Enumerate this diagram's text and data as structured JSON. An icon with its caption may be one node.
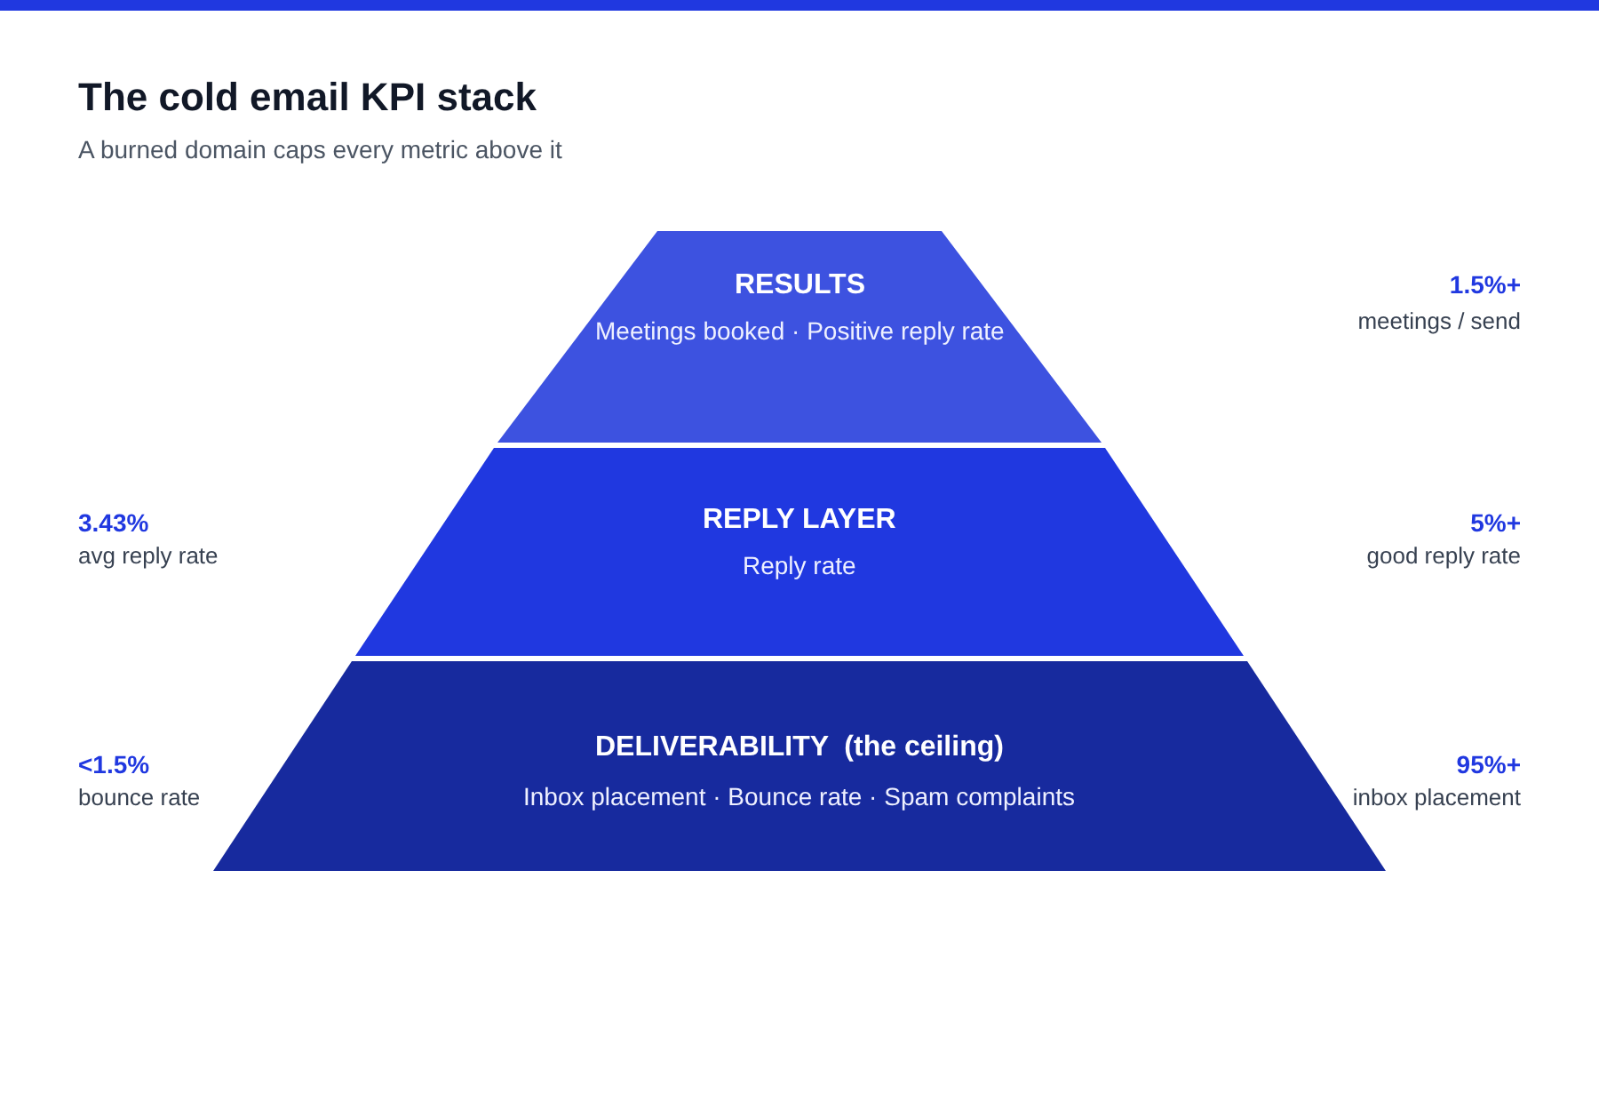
{
  "diagram": {
    "title": "The cold email KPI stack",
    "caption": "A burned domain caps every metric above it",
    "nodes": [
      {
        "text": [
          "RESULTS",
          "Meetings booked · Positive reply rate"
        ],
        "beside": [
          "1.5%+",
          "meetings / send"
        ]
      },
      {
        "text": [
          "REPLY LAYER",
          "Reply rate"
        ],
        "beside": [
          "3.43%",
          "avg reply rate",
          "5%+",
          "good reply rate"
        ]
      },
      {
        "text": [
          "DELIVERABILITY  (the ceiling)",
          "Inbox placement · Bounce rate · Spam complaints"
        ],
        "beside": [
          "<1.5%",
          "bounce rate",
          "95%+",
          "inbox placement"
        ]
      }
    ]
  }
}
